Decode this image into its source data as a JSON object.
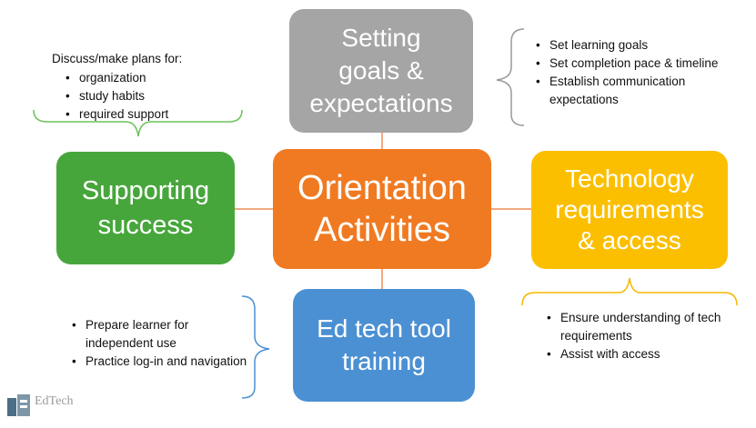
{
  "center": {
    "label": "Orientation\nActivities",
    "color": "#f07a22"
  },
  "nodes": {
    "top": {
      "label": "Setting\ngoals &\nexpectations",
      "color": "#a5a5a5"
    },
    "left": {
      "label": "Supporting\nsuccess",
      "color": "#47a63b"
    },
    "right": {
      "label": "Technology\nrequirements\n& access",
      "color": "#fbbf00"
    },
    "bottom": {
      "label": "Ed tech tool\ntraining",
      "color": "#4b90d3"
    }
  },
  "notes": {
    "top_left": {
      "heading": "Discuss/make plans for:",
      "items": [
        "organization",
        "study habits",
        "required support"
      ],
      "brace_color": "#6cc25a"
    },
    "top_right": {
      "items": [
        "Set learning goals",
        "Set completion pace & timeline",
        "Establish communication expectations"
      ],
      "brace_color": "#a5a5a5"
    },
    "bottom_left": {
      "items": [
        "Prepare learner for independent use",
        "Practice log-in and navigation"
      ],
      "brace_color": "#4b90d3"
    },
    "bottom_right": {
      "items": [
        "Ensure understanding of tech requirements",
        "Assist with access"
      ],
      "brace_color": "#f5b800"
    }
  },
  "logo": {
    "text": "EdTech"
  }
}
